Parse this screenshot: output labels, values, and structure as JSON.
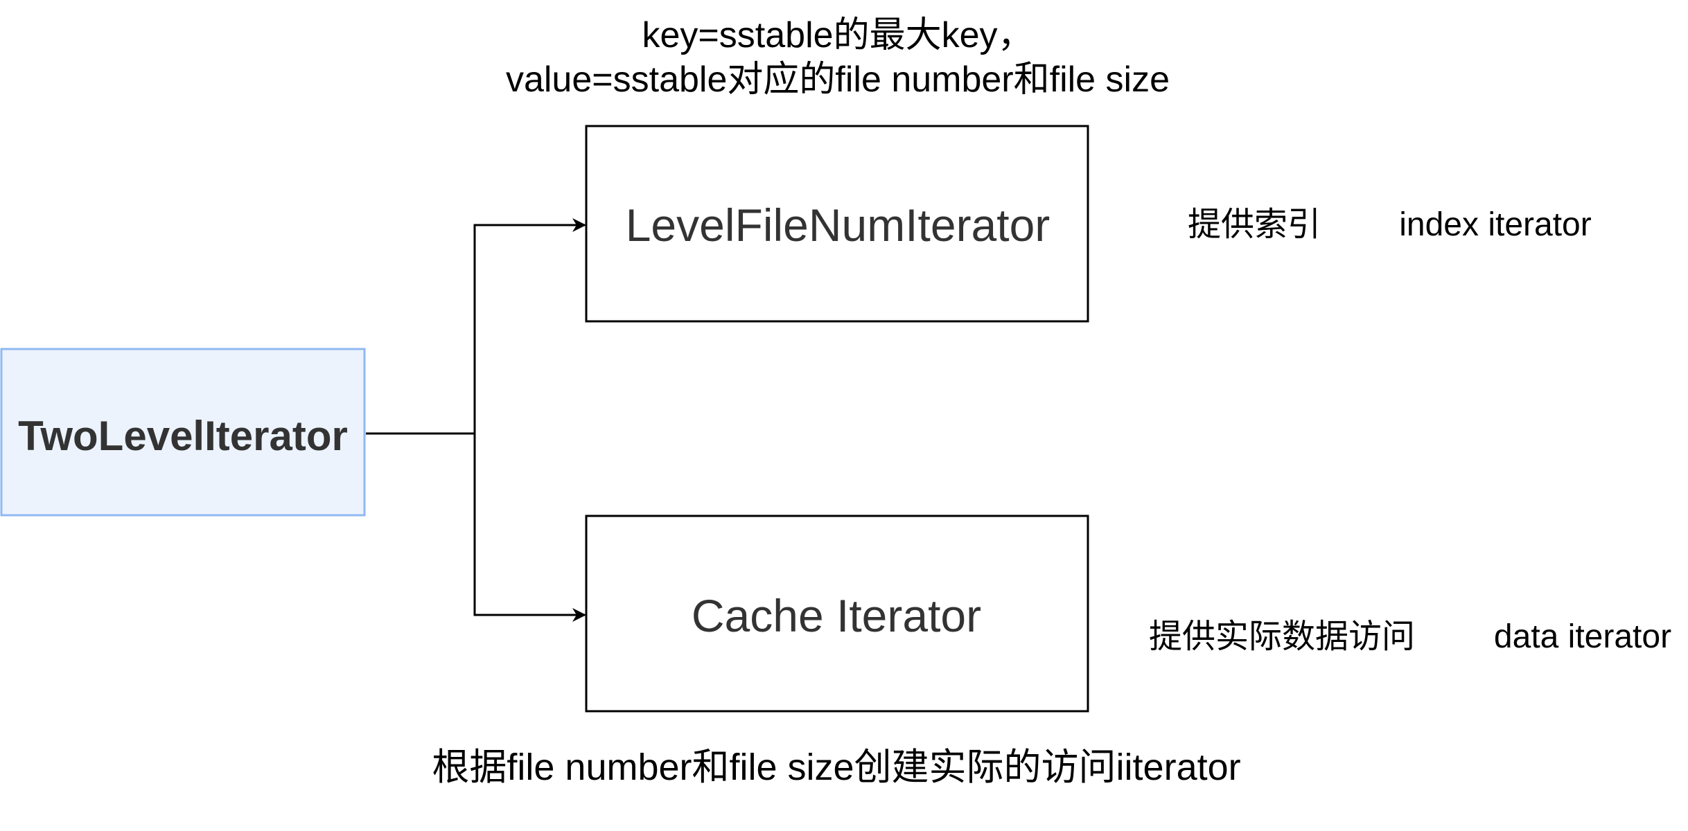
{
  "diagram": {
    "top_note": {
      "line1": "key=sstable的最大key，",
      "line2": "value=sstable对应的file number和file size"
    },
    "nodes": {
      "root": {
        "label": "TwoLevelIterator",
        "fill": "#ECF3FD",
        "stroke": "#90B8F2"
      },
      "index": {
        "label": "LevelFileNumIterator"
      },
      "data": {
        "label": "Cache Iterator"
      }
    },
    "side_labels": {
      "index_cn": "提供索引",
      "index_en": "index iterator",
      "data_cn": "提供实际数据访问",
      "data_en": "data iterator"
    },
    "bottom_note": "根据file number和file size创建实际的访问iiterator"
  }
}
